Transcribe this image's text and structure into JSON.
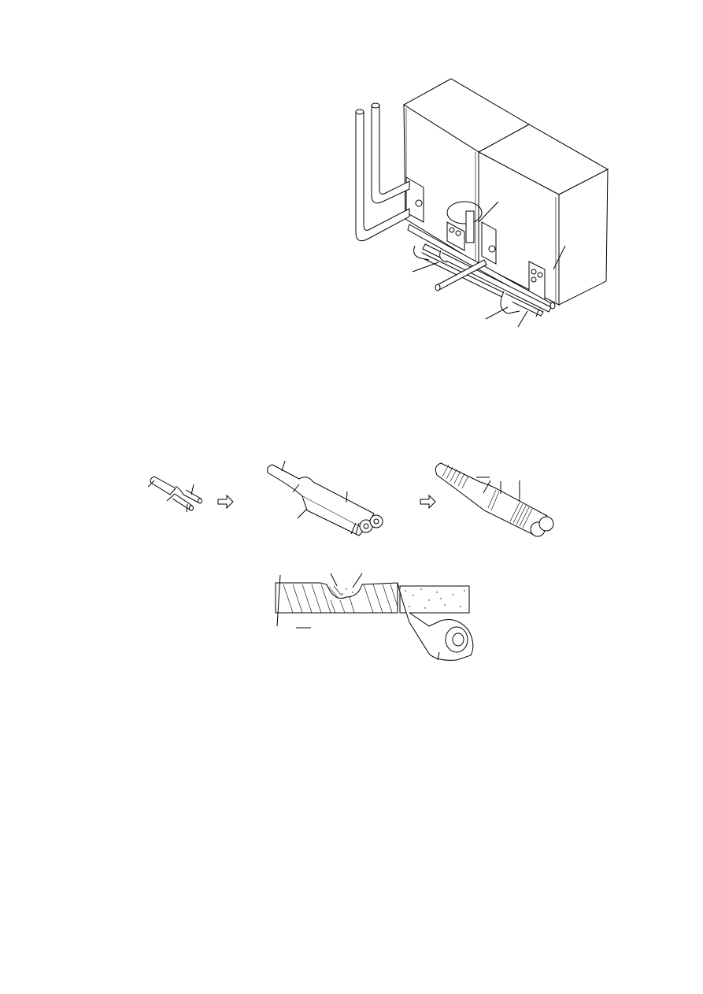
{
  "colors": {
    "line": "#000000",
    "background": "#ffffff"
  },
  "figures": [
    {
      "id": "outdoor-units-piping"
    },
    {
      "id": "pipe-insulation-steps"
    },
    {
      "id": "tape-wrapping-detail"
    }
  ]
}
